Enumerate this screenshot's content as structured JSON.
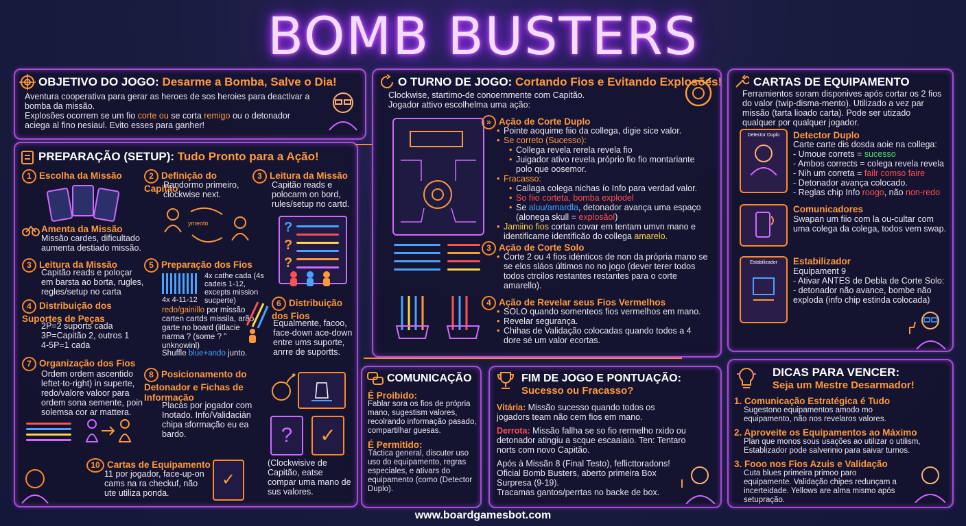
{
  "title": "BOMB BUSTERS",
  "footer": "www.boardgamesbot.com",
  "objetivo": {
    "heading": "OBJETIVO DO JOGO:",
    "accent": "Desarme a Bomba, Salve o Dia!",
    "text1": "Aventura cooperativa para gerar as heroes de sos heroies para deactivar a bomba da missão.",
    "text2a": "Explosões ocorrem se um fio ",
    "text2b": "corte ou",
    "text2c": " se corta ",
    "text2d": "remigo",
    "text2e": " ou o detonador aciega al fino nesiaul. Evito esses para ganher!"
  },
  "preparacao": {
    "heading": "PREPARAÇÃO (SETUP):",
    "accent": "Tudo Pronto para a Ação!",
    "s1_num": "1",
    "s1_title": "Escolha da Missão",
    "s1b_title": "Amenta da Missão",
    "s1b_text": "Missão cardes, dificultado aumenta destiado missão.",
    "s2_num": "2",
    "s2_title": "Definição do Capitão",
    "s2_text": "Randormo primeiro, clockwise next.",
    "s2_icon_label": "ymeoto",
    "s3_num": "3",
    "s3_title": "Leitura da Missão",
    "s3_text": "Capitão reads e polocarm on bord, rules/setup no cartd.",
    "s3b_num": "3",
    "s3b_title": "Leitura da Missão",
    "s3b_text": "Capitão reads e poloçar em barsta ao borta, rugles, regles/setup no carta",
    "s4_num": "4",
    "s4_title": "Distribuição dos Suportes de Peças",
    "s4_text": "2P=2 suports cada\n3P=Capitão 2, outros 1\n4-5P=1 cada",
    "s5_num": "5",
    "s5_title": "Preparação dos Fios",
    "s5_text1": "4x cathe cada (4s cadeis 1-12, excepts mission sucperte)",
    "s5_text2": "4x 4-11-12",
    "s5_text3a": "redo/gainillo",
    "s5_text3b": " por missão carten cartds missila, arão garte no board (iitlacie narma ? (some ? \" unknowinl)",
    "s5_text4a": "Shuffle ",
    "s5_text4b": "blue+ando",
    "s5_text4c": " junto.",
    "s6_num": "6",
    "s6_title": "Distribuição dos Fios",
    "s6_text": "Equalmente, facoo, face-down ace-down entre ums suporte, anrre de suportts.",
    "s7_num": "7",
    "s7_title": "Organização dos Fios",
    "s7_text": "Ordem ordem ascentido leftet-to-right) in superte, redo/valore valoor para ordem sona semente, poin solemsa cor ar mattera.",
    "s8_num": "8",
    "s8_title": "Posicionamento do Detonador e Fichas de Informação",
    "s8_text": "Placas por jogador com Inotado. Info/Validacián chipa sformação eu ea bardo.",
    "s10_num": "10",
    "s10_title": "Cartas de Equipamento",
    "s10_text": "11 por jogador, face-up-on cams na ra checkuf, não ute utiliza ponda.",
    "s_note": "(Clockwisive de Capitão, eatse compar uma mano de sus valores."
  },
  "turno": {
    "heading": "O TURNO DE JOGO:",
    "accent": "Cortando Fios e Evitando Explosões!",
    "intro": "Clockwise, startimo-de conoernmente com Capitão. Jogador attivo escolhelma uma ação:",
    "a1_title": "Ação de Corte Duplo",
    "a1_p1": "Pointe aoquime fiio da collega, digie sice valor.",
    "a1_sub1": "Se correto (Sucesso):",
    "a1_sub1_b1": "Collega revela rerela revela fio",
    "a1_sub1_b2": "Juigador ativo revela próprio fio fio montariante polo que oosemor.",
    "a1_sub2": "Fracasso:",
    "a1_sub2_b1": "Callaga colega nichas ío Info para verdad valor.",
    "a1_sub2_b2": "So fiio corteta, bomba explodel",
    "a1_sub2_b3a": "Se ",
    "a1_sub2_b3b": "aluu/amardla",
    "a1_sub2_b3c": ", detonador avança uma espaço (alonega skull = ",
    "a1_sub2_b3d": "explosãol",
    "a1_sub2_b3e": ")",
    "a1_p2a": "Jamiino fios",
    "a1_p2b": " cortan covar em tentam umvn mano e identificame identificão do collega ",
    "a1_p2c": "amarelo.",
    "a2_num": "3",
    "a2_title": "Ação de Corte Solo",
    "a2_text": "Corte 2 ou 4 fios idénticos de non da própria mano se se elos sláos últimos no no jogo (dever terer todos todos ctrcilos restantes restantes para o corte amarello).",
    "a3_num": "4",
    "a3_title": "Ação de Revelar seus Fios Vermelhos",
    "a3_b1": "SOLO quando somenteos fios vermelhos em mano.",
    "a3_b2": "Revelar segurança.",
    "a3_b3": "Chihas de Validação colocadas quando todos a 4 dore sé um valor ecortas."
  },
  "cartas": {
    "heading": "CARTAS DE EQUIPAMENTO",
    "intro": "Ferramientos soram disponives após cortar os 2 fios do valor (twip-disma-mento). Utilizado a vez par missão (tarta lioado carta). Pode ser utizado qualquer por qualquer jogador.",
    "c1_card": "Detector Duplo",
    "c1_title": "Detector Duplo",
    "c1_text": "Carte carte dis dosda aoie na collega:",
    "c1_b1a": "Umoue correts = ",
    "c1_b1b": "sucesso",
    "c1_b2": "Ambos corrects = colega revela revela",
    "c1_b3a": "Nih um correta = ",
    "c1_b3b": "failr comso faire",
    "c1_b4": "Detonador avança colocado.",
    "c1_b5a": "Reglas chip Info ",
    "c1_b5b": "roogo",
    "c1_b5c": ", não ",
    "c1_b5d": "non-redo",
    "c2_title": "Comunicadores",
    "c2_text": "Swapan um fiio com la ou-cultar com uma colega da colega, todos vem swap.",
    "c3_card": "Estabilizador",
    "c3_title": "Estabilizador",
    "c3_text": "Equipament 9",
    "c3_b1": "Ativar ANTES de Debla de Corte Solo:",
    "c3_b2": "detonador não avance, bombe não exploda (info chip estinda colocada)"
  },
  "comunicacao": {
    "heading": "COMUNICAÇÃO",
    "p_title": "É Proibido:",
    "p_text": "Fablar sora os fios de própria mano, sugestism valores, recolrando informação pasado, compartilhar guesas.",
    "a_title": "É Permitido:",
    "a_text": "Táctica general, discuter uso uso do equipamento, regras especiales, e ativars do equipamento (como (Detector Duplo)."
  },
  "fim": {
    "heading": "FIM DE JOGO E PONTUAÇÃO:",
    "accent": "Sucesso ou Fracasso?",
    "v_label": "Vitária:",
    "v_text": " Missão sucesso quando todos os jogadors team não cem fios em mano.",
    "d_label": "Derrota:",
    "d_text": " Missão fallha se so fio rermelho rxido ou detonador atingiu a scque escaaiaio. Ten: Tentaro norts com novo Capitão.",
    "text3": "Após à Missãn 8 (Final Testo), feflicttoradons! Oficial Bomb Busters, aberto primeira Box Surpresa (9-19).",
    "text4": "Tracamas gantos/perrtas no backe de box."
  },
  "dicas": {
    "heading": "DICAS PARA VENCER:",
    "accent": "Seja um Mestre Desarmador!",
    "d1_title": "1. Comunicação Estratégica é Tudo",
    "d1_text": "Sugestono equipamentos amodo mo equipamento, não nos revelaros valores.",
    "d2_title": "2. Aproveite os Equipamentos ao Máximo",
    "d2_text": "Plan que monos sous usações ao utilizar o utilism, Establizador pode salverinio para saivar turnos.",
    "d3_title": "3. Fooo nos Fios Azuis e Validação",
    "d3_text": "Cuta blues primeira primoo paro equipamente. Validação chipes redunçam a incerteidade. Yellows are alma mismo após setupração."
  },
  "colors": {
    "accent": "#ff9a3c",
    "border": "#a64cd6",
    "background": "#181b3a"
  }
}
